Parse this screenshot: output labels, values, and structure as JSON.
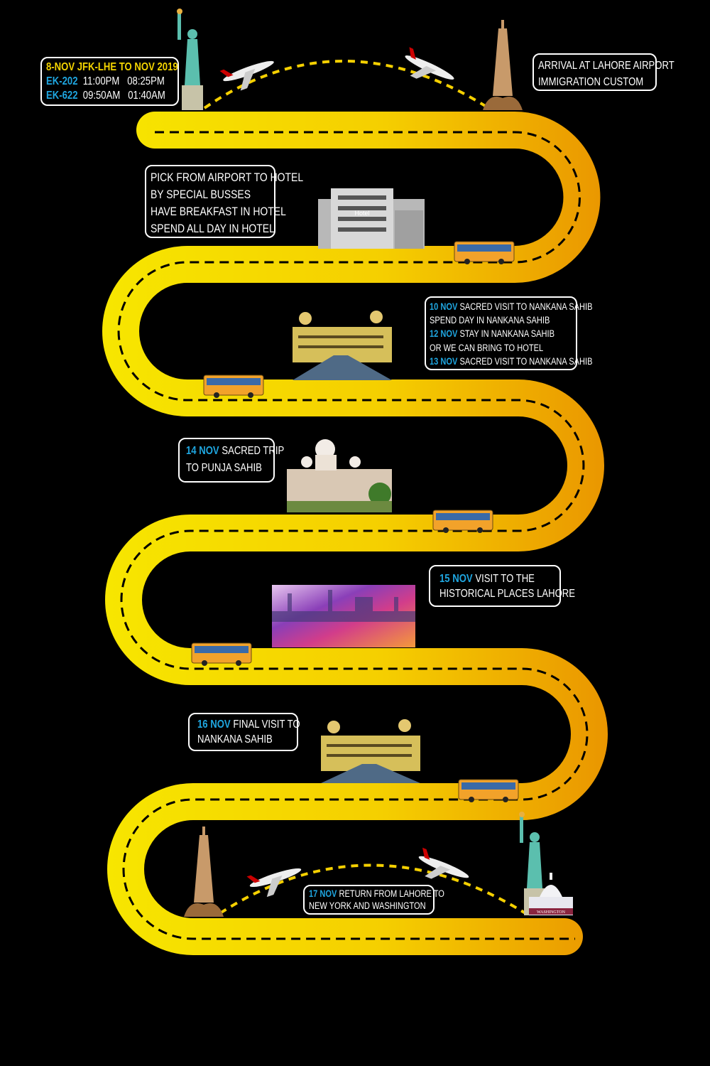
{
  "colors": {
    "road_start": "#f7e600",
    "road_mid": "#f5cf00",
    "road_end": "#ea9600",
    "highlight_blue": "#1fa6e0",
    "highlight_yellow": "#f4d400"
  },
  "departure": {
    "title": "8-NOV JFK-LHE TO NOV 2019",
    "flights": [
      {
        "code": "EK-202",
        "dep": "11:00PM",
        "arr": "08:25PM"
      },
      {
        "code": "EK-622",
        "dep": "09:50AM",
        "arr": "01:40AM"
      }
    ]
  },
  "arrival": {
    "lines": [
      "ARRIVAL AT LAHORE AIRPORT",
      "IMMIGRATION CUSTOM"
    ]
  },
  "hotel": {
    "lines": [
      "PICK FROM AIRPORT TO HOTEL",
      "BY SPECIAL BUSSES",
      "HAVE BREAKFAST IN HOTEL",
      "SPEND ALL DAY IN HOTEL"
    ],
    "sign": "Hotel"
  },
  "nankana": {
    "lines": [
      {
        "date": "10 NOV",
        "text": " SACRED VISIT TO NANKANA SAHIB"
      },
      {
        "date": "",
        "text": "SPEND DAY IN NANKANA SAHIB"
      },
      {
        "date": "12 NOV",
        "text": " STAY IN NANKANA SAHIB"
      },
      {
        "date": "",
        "text": "OR WE CAN BRING TO HOTEL"
      },
      {
        "date": "13 NOV",
        "text": " SACRED VISIT TO NANKANA SAHIB"
      }
    ]
  },
  "punja": {
    "date": "14 NOV",
    "lines": [
      " SACRED TRIP",
      "TO PUNJA SAHIB"
    ]
  },
  "lahore": {
    "date": "15 NOV",
    "lines": [
      " VISIT TO THE",
      "HISTORICAL PLACES LAHORE"
    ]
  },
  "final": {
    "date": "16 NOV",
    "lines": [
      " FINAL VISIT TO",
      "NANKANA SAHIB"
    ]
  },
  "return": {
    "date": "17 NOV",
    "lines": [
      " RETURN FROM LAHORE TO",
      "NEW YORK AND WASHINGTON"
    ]
  },
  "capitol_label": "WASHINGTON"
}
